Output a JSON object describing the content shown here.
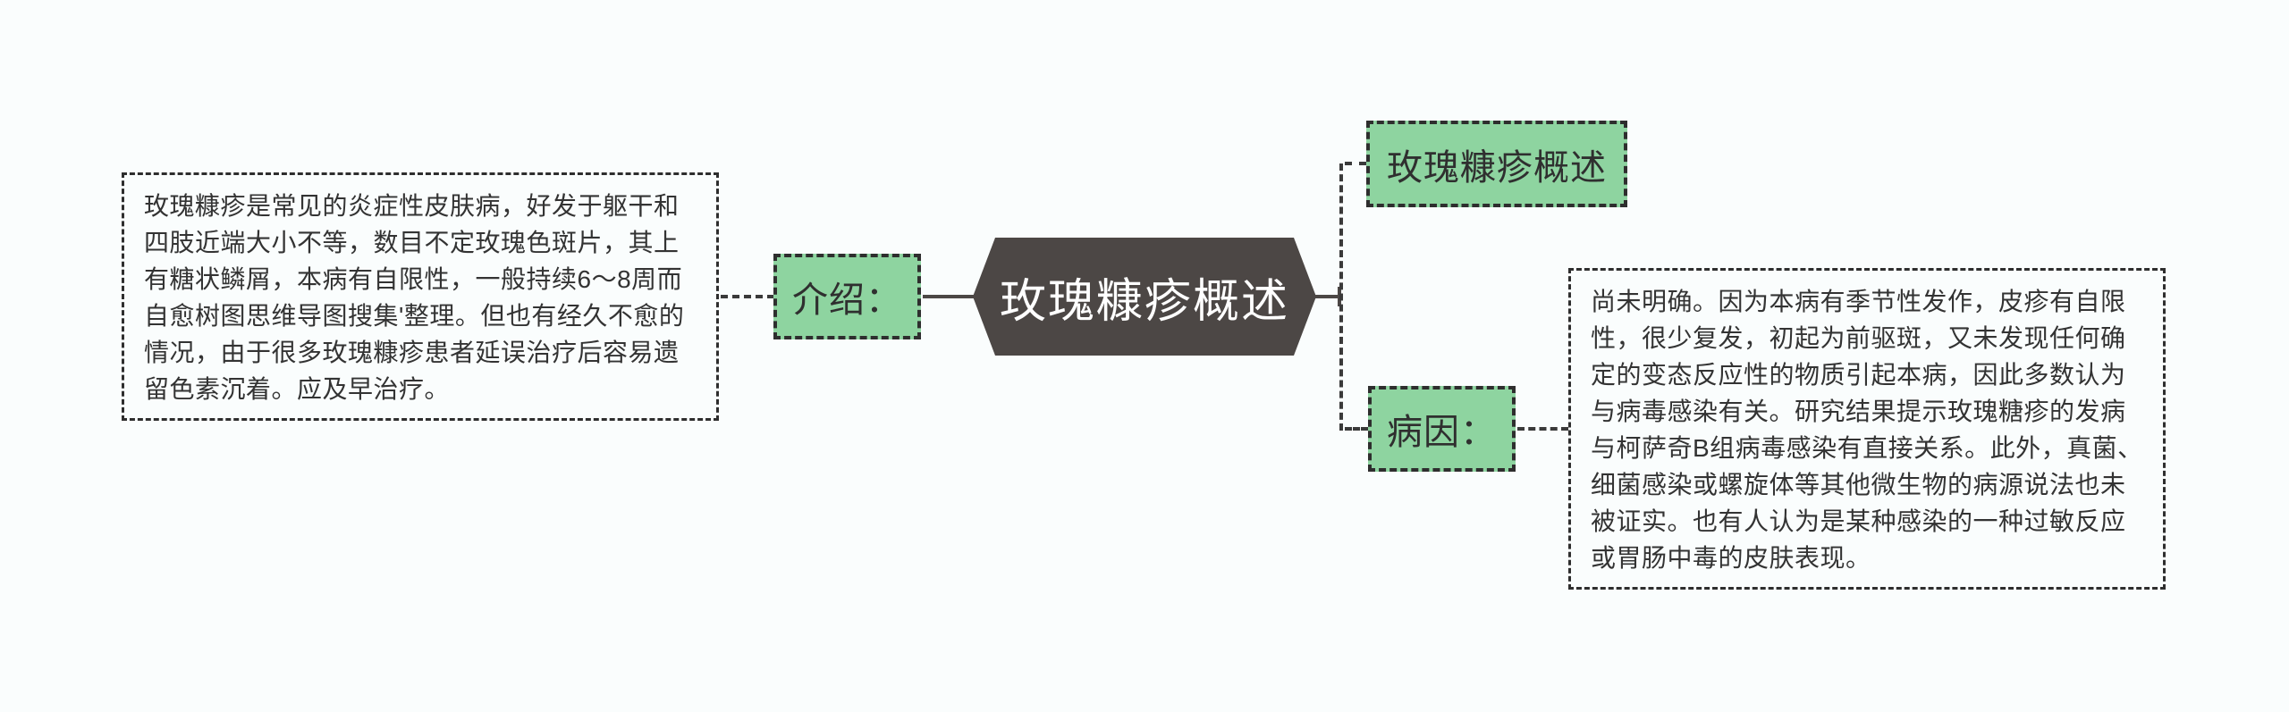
{
  "palette": {
    "bg": "#fafdfd",
    "green": "#8ed4a0",
    "dark": "#4c4745",
    "line": "#3a3a3a",
    "border": "#2e2e2e",
    "text": "#333333"
  },
  "central_topic": {
    "label": "玫瑰糠疹概述"
  },
  "branches": {
    "intro": {
      "label": "介绍：",
      "note": "玫瑰糠疹是常见的炎症性皮肤病，好发于躯干和四肢近端大小不等，数目不定玫瑰色斑片，其上有糖状鳞屑，本病有自限性，一般持续6～8周而自愈树图思维导图搜集'整理。但也有经久不愈的情况，由于很多玫瑰糠疹患者延误治疗后容易遗留色素沉着。应及早治疗。"
    },
    "overview": {
      "label": "玫瑰糠疹概述"
    },
    "cause": {
      "label": "病因：",
      "note": "尚未明确。因为本病有季节性发作，皮疹有自限性，很少复发，初起为前驱斑，又未发现任何确定的变态反应性的物质引起本病，因此多数认为与病毒感染有关。研究结果提示玫瑰糖疹的发病与柯萨奇B组病毒感染有直接关系。此外，真菌、细菌感染或螺旋体等其他微生物的病源说法也未被证实。也有人认为是某种感染的一种过敏反应或胃肠中毒的皮肤表现。"
    }
  }
}
